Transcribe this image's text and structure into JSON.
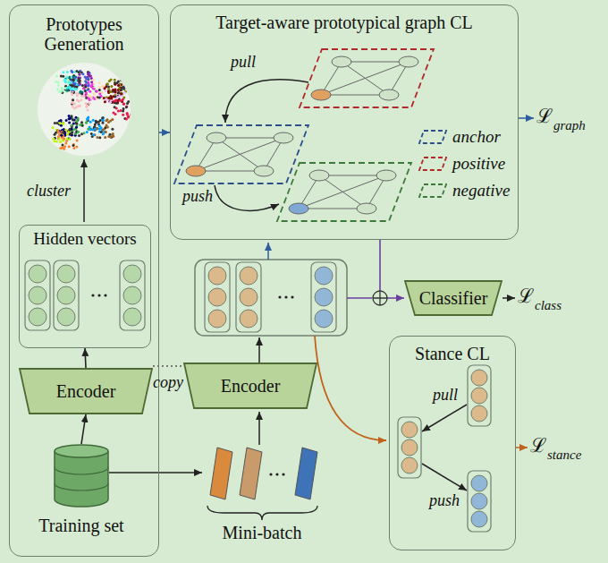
{
  "diagram": {
    "nodes": [
      {
        "text": [
          "Prototypes Generation"
        ]
      },
      {
        "text": [
          "Hidden vectors"
        ],
        "in": 0
      },
      {
        "text": [
          "Encoder"
        ],
        "in": 0
      },
      {
        "text": [
          "Training set"
        ],
        "in": 0
      },
      {
        "text": [
          "Target-aware prototypical graph CL"
        ]
      },
      {
        "text": [
          "Encoder"
        ]
      },
      {
        "text": [
          "Classifier"
        ]
      },
      {
        "text": [
          "Stance CL"
        ]
      }
    ],
    "edges": [
      {
        "from": 3,
        "to": 2,
        "arrow": "to"
      },
      {
        "from": 2,
        "to": 1,
        "arrow": "to"
      },
      {
        "from": 2,
        "to": 5,
        "label": "copy",
        "arrow": "none"
      },
      {
        "from": 0,
        "to": 4,
        "arrow": "to"
      },
      {
        "from": 4,
        "to": 6,
        "arrow": "to"
      }
    ],
    "labels": [
      "cluster",
      "Mini-batch",
      "pull",
      "push",
      "pull",
      "push",
      "ℒ",
      "graph",
      "ℒ",
      "class",
      "ℒ",
      "stance"
    ],
    "legend": [
      {
        "text": "anchor"
      },
      {
        "text": "positive"
      },
      {
        "text": "negative"
      }
    ]
  }
}
